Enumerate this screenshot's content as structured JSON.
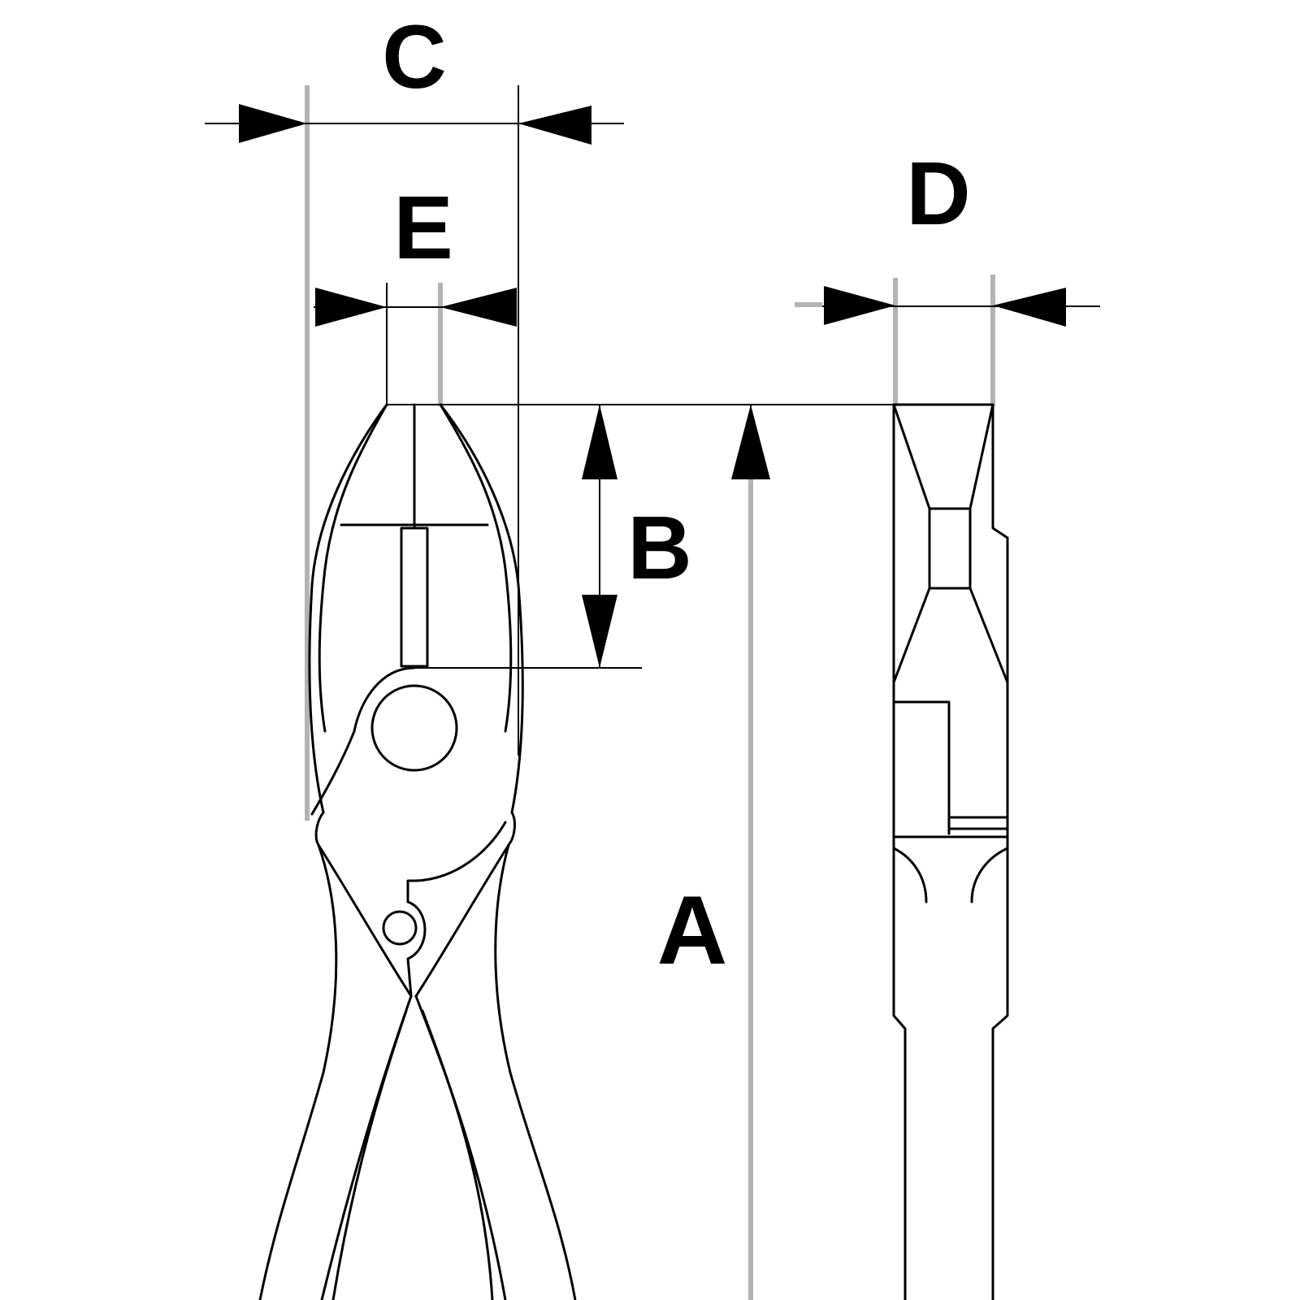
{
  "labels": {
    "A": "A",
    "B": "B",
    "C": "C",
    "D": "D",
    "E": "E"
  },
  "colors": {
    "ink": "#000000",
    "extension_line": "#b3b3b3",
    "background": "#ffffff"
  }
}
